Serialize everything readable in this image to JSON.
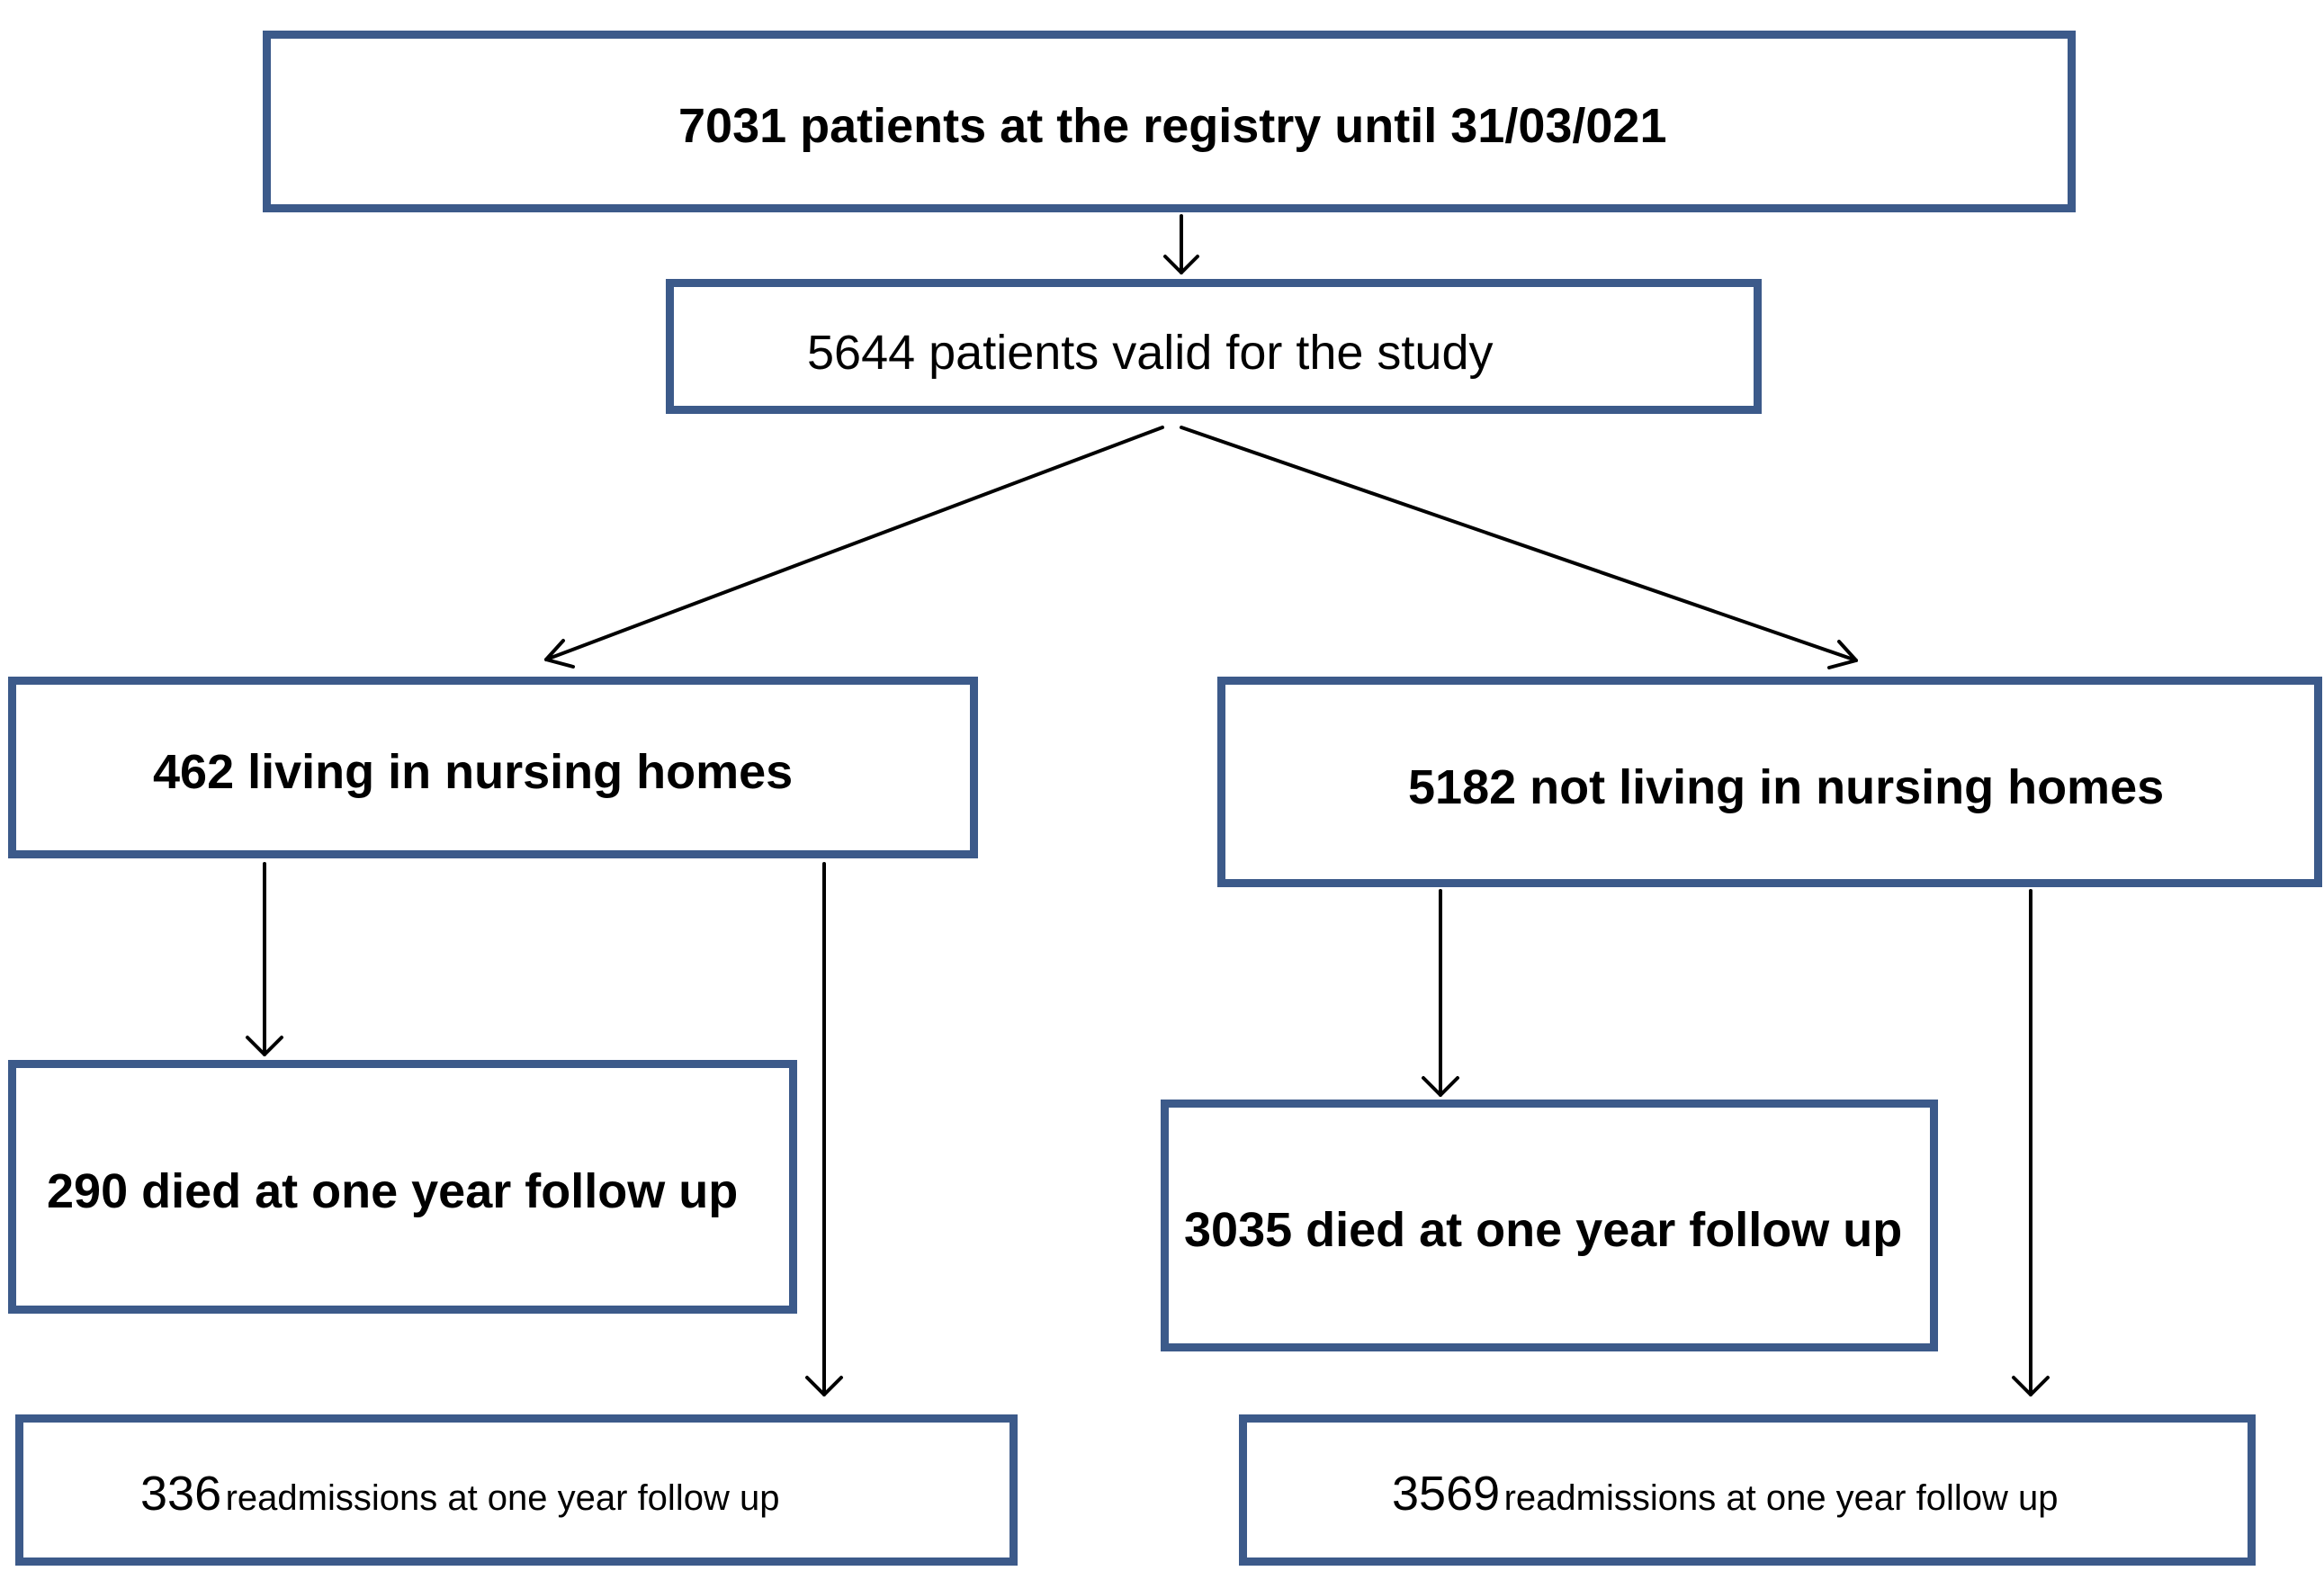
{
  "nodes": {
    "registry": {
      "text": "7031 patients at the registry until 31/03/021"
    },
    "valid": {
      "text": "5644 patients valid for the study"
    },
    "nursing": {
      "text": "462 living in nursing homes"
    },
    "not_nursing": {
      "text": "5182 not living in nursing homes"
    },
    "nursing_died": {
      "text": "290 died at one year follow up"
    },
    "not_nursing_died": {
      "text": "3035 died at one year follow up"
    },
    "nursing_readm": {
      "count": "336",
      "text": "readmissions at one year follow up"
    },
    "not_nursing_readm": {
      "count": "3569",
      "text": "readmissions at one year follow up"
    }
  },
  "colors": {
    "box_border": "#3c5a8a",
    "arrow": "#000000"
  }
}
